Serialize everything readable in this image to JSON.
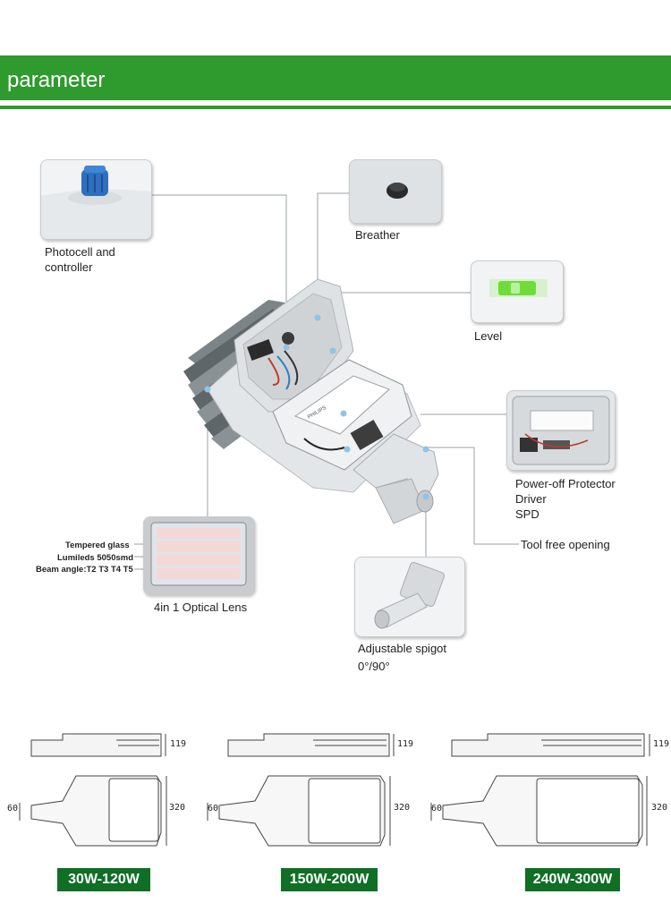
{
  "header": {
    "title": "parameter"
  },
  "callouts": {
    "photocell": "Photocell and\ncontroller",
    "breather": "Breather",
    "level": "Level",
    "driver_line1": "Power-off Protector",
    "driver_line2": "Driver",
    "driver_line3": "SPD",
    "tool_free": "Tool free opening",
    "lens_title": "4in 1 Optical Lens",
    "lens_glass": "Tempered glass",
    "lens_leds": "Lumileds 5050smd",
    "lens_beam": "Beam angle:T2 T3 T4 T5",
    "spigot_line1": "Adjustable spigot",
    "spigot_line2": "0°/90°",
    "driver_brand": "PHILIPS"
  },
  "models": [
    {
      "wattage": "30W-120W",
      "height": "119",
      "length": "320",
      "spigot": "60"
    },
    {
      "wattage": "150W-200W",
      "height": "119",
      "length": "320",
      "spigot": "60"
    },
    {
      "wattage": "240W-300W",
      "height": "119",
      "length": "320",
      "spigot": "60"
    }
  ],
  "colors": {
    "banner": "#2f9a2d",
    "wattage_badge": "#0f6f25",
    "accent_dot": "#8fc4ea"
  }
}
